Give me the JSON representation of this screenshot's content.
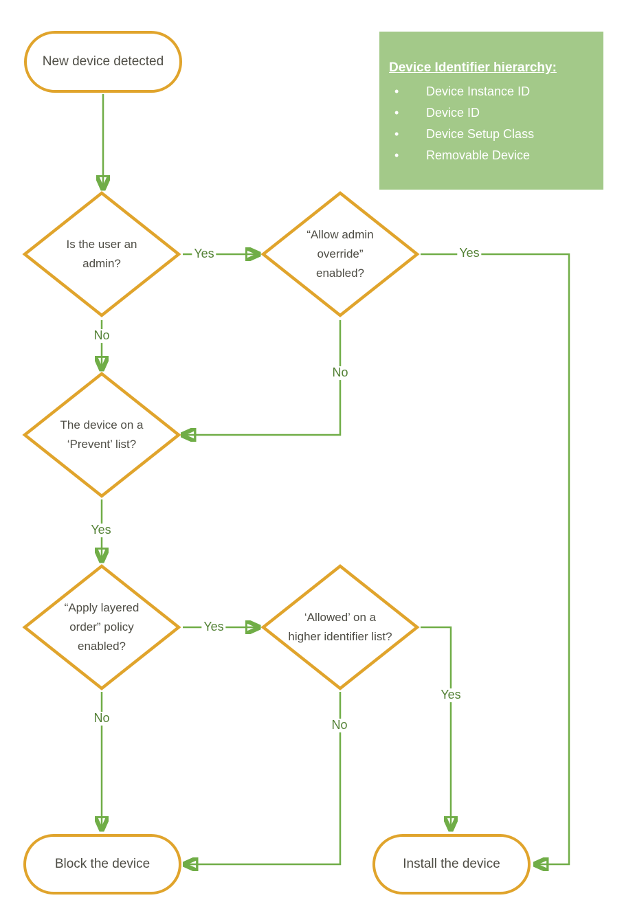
{
  "colors": {
    "shape_border_orange": "#E0A42C",
    "connector_green": "#70AD47",
    "edge_label_green": "#538135",
    "legend_fill_green": "#A3C989",
    "legend_text": "#FFFFFF",
    "node_text": "#4E4D45",
    "background": "#FFFFFF"
  },
  "nodes": {
    "start": {
      "label": "New device detected"
    },
    "admin": {
      "label": "Is the user an admin?"
    },
    "override": {
      "label": "“Allow admin override” enabled?"
    },
    "prevent": {
      "label": "The device on a ‘Prevent’ list?"
    },
    "layered": {
      "label": "“Apply layered order” policy enabled?"
    },
    "higher": {
      "label": "‘Allowed’ on a higher identifier list?"
    },
    "block": {
      "label": "Block the device"
    },
    "install": {
      "label": "Install the device"
    }
  },
  "edges": {
    "admin_yes": "Yes",
    "admin_no": "No",
    "override_yes": "Yes",
    "override_no": "No",
    "prevent_yes": "Yes",
    "layered_yes": "Yes",
    "layered_no": "No",
    "higher_yes": "Yes",
    "higher_no": "No"
  },
  "legend": {
    "title": "Device Identifier hierarchy:",
    "items": [
      "Device Instance ID",
      "Device ID",
      "Device Setup Class",
      "Removable Device"
    ]
  }
}
